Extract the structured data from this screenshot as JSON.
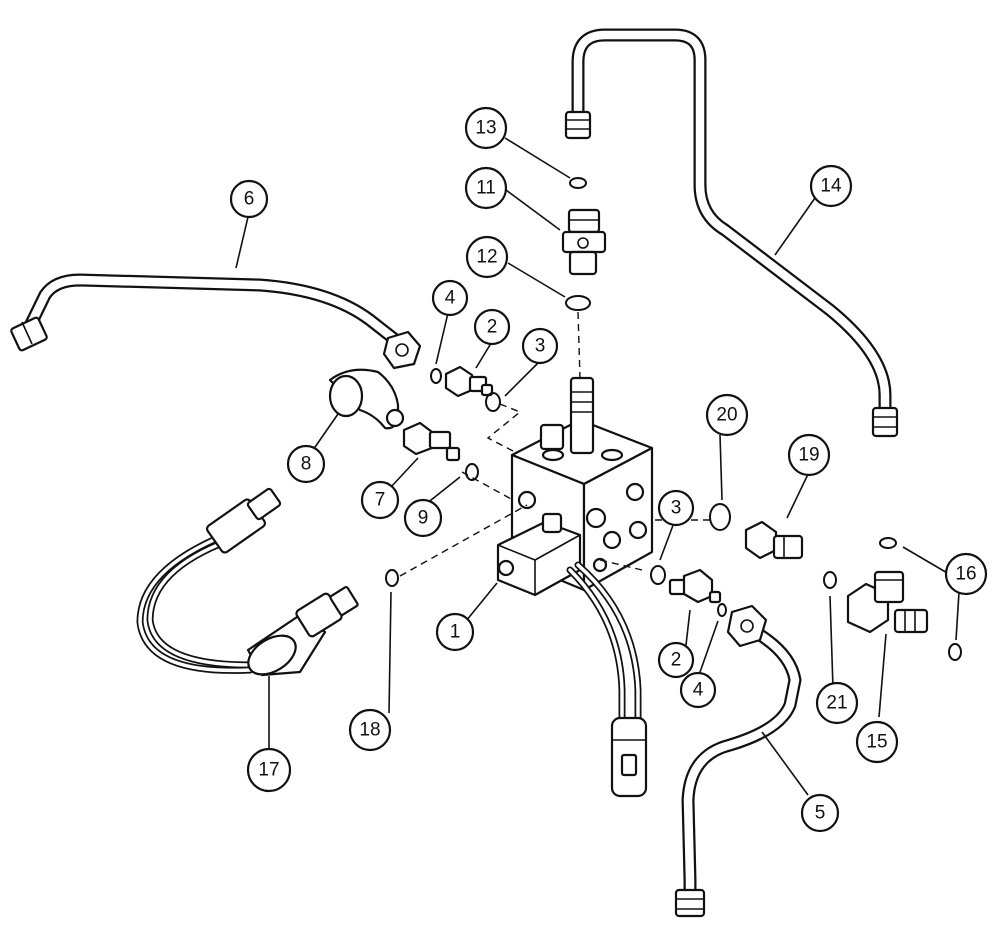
{
  "diagram": {
    "callouts": {
      "c1": "1",
      "c2a": "2",
      "c2b": "2",
      "c3a": "3",
      "c3b": "3",
      "c4a": "4",
      "c4b": "4",
      "c5": "5",
      "c6": "6",
      "c7": "7",
      "c8": "8",
      "c9": "9",
      "c11": "11",
      "c12": "12",
      "c13": "13",
      "c14": "14",
      "c15": "15",
      "c16": "16",
      "c17": "17",
      "c18": "18",
      "c19": "19",
      "c20": "20",
      "c21": "21"
    }
  }
}
